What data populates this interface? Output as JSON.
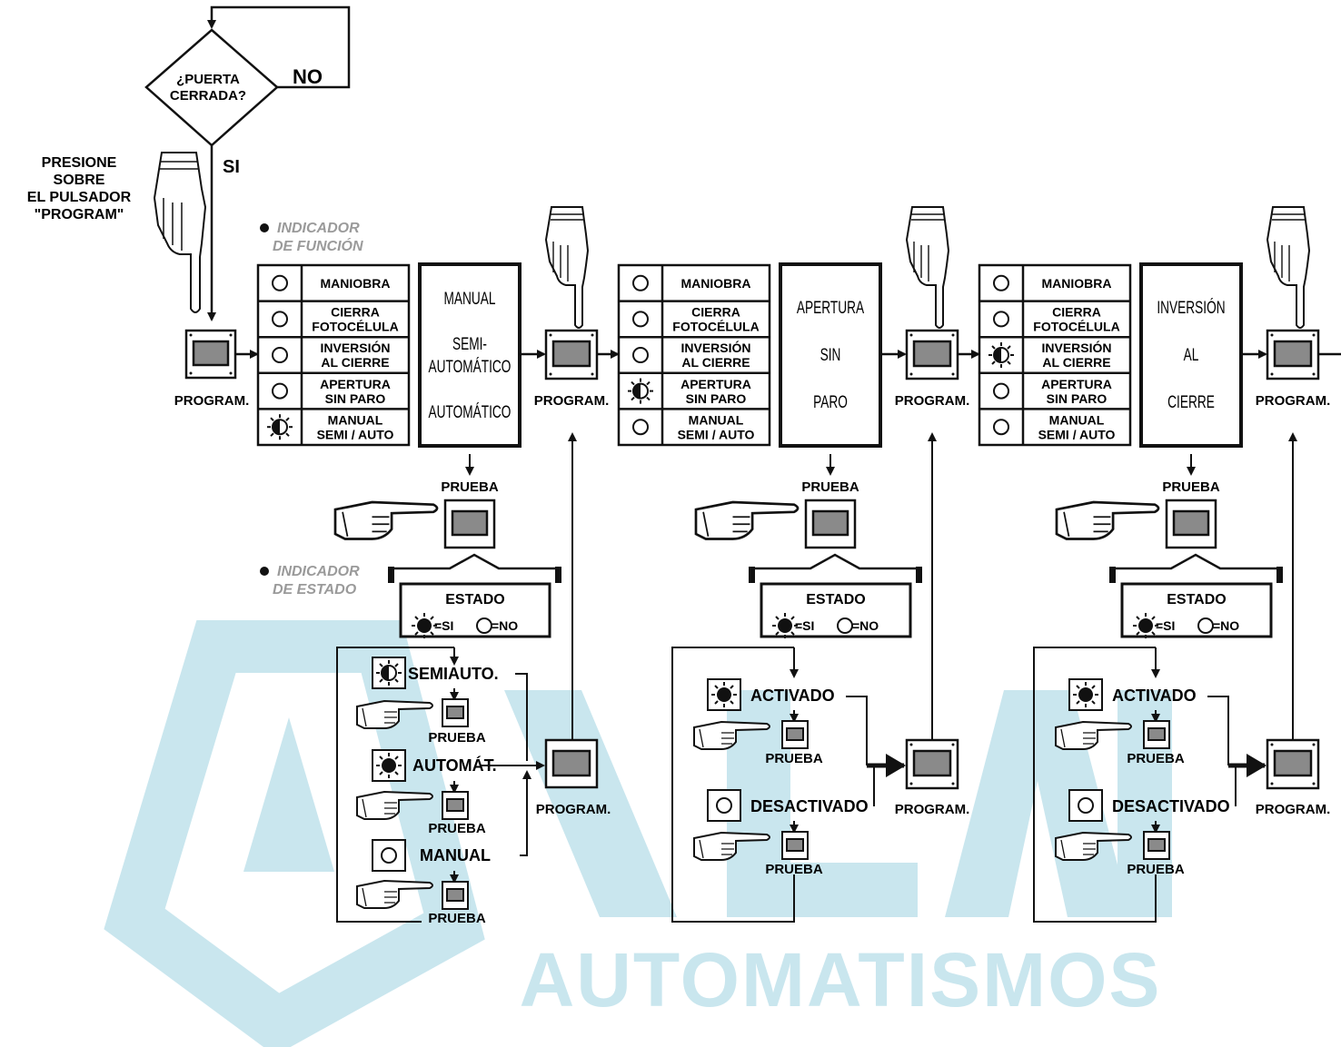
{
  "watermark": {
    "brand": "ALAN",
    "subtitle": "AUTOMATISMOS",
    "color": "#c9e6ee"
  },
  "decision": {
    "question_line1": "¿PUERTA",
    "question_line2": "CERRADA?",
    "no_label": "NO",
    "yes_label": "SI"
  },
  "instruction": {
    "line1": "PRESIONE",
    "line2": "SOBRE",
    "line3": "EL PULSADOR",
    "line4": "\"PROGRAM\""
  },
  "legend": {
    "function_indicator_line1": "INDICADOR",
    "function_indicator_line2": "DE FUNCIÓN",
    "state_indicator_line1": "INDICADOR",
    "state_indicator_line2": "DE ESTADO",
    "legend_color": "#9a9a9a"
  },
  "program_label": "PROGRAM.",
  "test_label": "PRUEBA",
  "led_table": {
    "rows": [
      {
        "line1": "MANIOBRA",
        "line2": ""
      },
      {
        "line1": "CIERRA",
        "line2": "FOTOCÉLULA"
      },
      {
        "line1": "INVERSIÓN",
        "line2": "AL CIERRE"
      },
      {
        "line1": "APERTURA",
        "line2": "SIN PARO"
      },
      {
        "line1": "MANUAL",
        "line2": "SEMI / AUTO"
      }
    ]
  },
  "stages": [
    {
      "active_row": 4,
      "mode_lines": [
        "MANUAL",
        "SEMI-",
        "AUTOMÁTICO",
        "AUTOMÁTICO"
      ]
    },
    {
      "active_row": 3,
      "mode_lines": [
        "APERTURA",
        "SIN",
        "PARO"
      ]
    },
    {
      "active_row": 2,
      "mode_lines": [
        "INVERSIÓN",
        "AL",
        "CIERRE"
      ]
    }
  ],
  "state_box": {
    "title": "ESTADO",
    "yes_text": "=SI",
    "no_text": "=NO"
  },
  "stage1_options": {
    "semi": "SEMIAUTO.",
    "auto": "AUTOMÁT.",
    "manual": "MANUAL"
  },
  "toggle_options": {
    "on": "ACTIVADO",
    "off": "DESACTIVADO"
  }
}
